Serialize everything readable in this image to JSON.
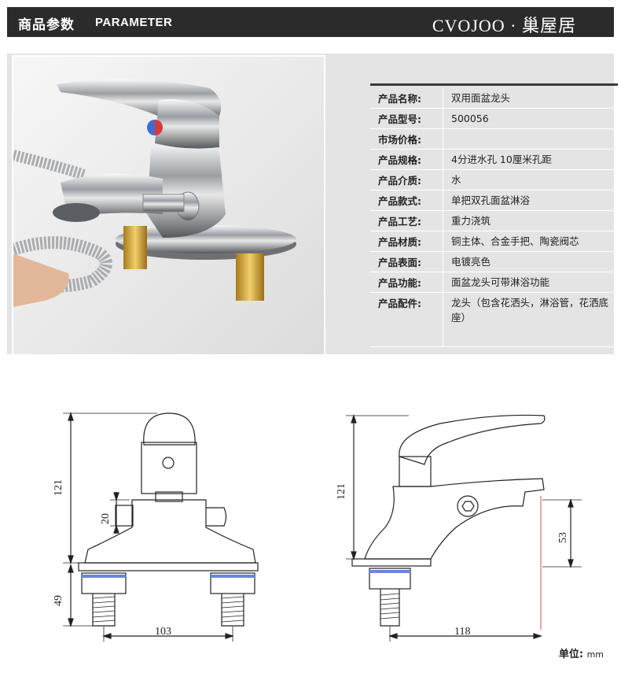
{
  "header": {
    "title_cn": "商品参数",
    "title_en": "PARAMETER",
    "brand": "CVOJOO · 巢屋居"
  },
  "specs": [
    {
      "key": "产品名称:",
      "value": "双用面盆龙头"
    },
    {
      "key": "产品型号:",
      "value": "500056"
    },
    {
      "key": "市场价格:",
      "value": ""
    },
    {
      "key": "产品规格:",
      "value": "4分进水孔 10厘米孔距"
    },
    {
      "key": "产品介质:",
      "value": "水"
    },
    {
      "key": "产品款式:",
      "value": "单把双孔面盆淋浴"
    },
    {
      "key": "产品工艺:",
      "value": "重力浇筑"
    },
    {
      "key": "产品材质:",
      "value": "铜主体、合金手把、陶瓷阀芯"
    },
    {
      "key": "产品表面:",
      "value": "电镀亮色"
    },
    {
      "key": "产品功能:",
      "value": "面盆龙头可带淋浴功能"
    },
    {
      "key": "产品配件:",
      "value": "龙头（包含花洒头，淋浴管，花洒底座）"
    }
  ],
  "dimensions": {
    "front_height": "121",
    "front_base": "49",
    "front_side": "20",
    "front_spacing": "103",
    "side_height": "121",
    "side_spout": "53",
    "side_reach": "118"
  },
  "unit": {
    "label": "单位:",
    "value": "mm"
  }
}
